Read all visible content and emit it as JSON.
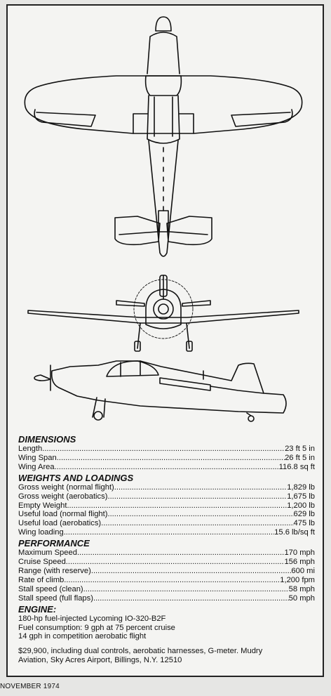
{
  "dimensions": {
    "title": "DIMENSIONS",
    "rows": [
      {
        "label": "Length",
        "value": "23 ft 5 in"
      },
      {
        "label": "Wing Span",
        "value": "26 ft 5 in"
      },
      {
        "label": "Wing Area",
        "value": "116.8 sq ft"
      }
    ]
  },
  "weights": {
    "title": "WEIGHTS AND LOADINGS",
    "rows": [
      {
        "label": "Gross weight (normal flight)",
        "value": "1,829 lb"
      },
      {
        "label": "Gross weight (aerobatics)",
        "value": "1,675 lb"
      },
      {
        "label": "Empty Weight",
        "value": "1,200 lb"
      },
      {
        "label": "Useful load (normal flight)",
        "value": "629 lb"
      },
      {
        "label": "Useful load (aerobatics)",
        "value": "475 lb"
      },
      {
        "label": "Wing loading",
        "value": "15.6 lb/sq ft"
      }
    ]
  },
  "performance": {
    "title": "PERFORMANCE",
    "rows": [
      {
        "label": "Maximum Speed",
        "value": "170 mph"
      },
      {
        "label": "Cruise Speed",
        "value": "156 mph"
      },
      {
        "label": "Range (with reserve)",
        "value": "600 mi"
      },
      {
        "label": "Rate of climb",
        "value": "1,200 fpm"
      },
      {
        "label": "Stall speed (clean)",
        "value": "58 mph"
      },
      {
        "label": "Stall speed (full flaps)",
        "value": "50 mph"
      }
    ]
  },
  "engine": {
    "title": "ENGINE:",
    "lines": [
      "180-hp fuel-injected Lycoming IO-320-B2F",
      "Fuel consumption: 9 gph at 75 percent cruise",
      "14 gph in competition aerobatic flight"
    ]
  },
  "price": {
    "line1": "$29,900, including dual controls, aerobatic harnesses, G-meter. Mudry",
    "line2": "Aviation, Sky Acres Airport, Billings, N.Y. 12510"
  },
  "footer": "NOVEMBER 1974"
}
